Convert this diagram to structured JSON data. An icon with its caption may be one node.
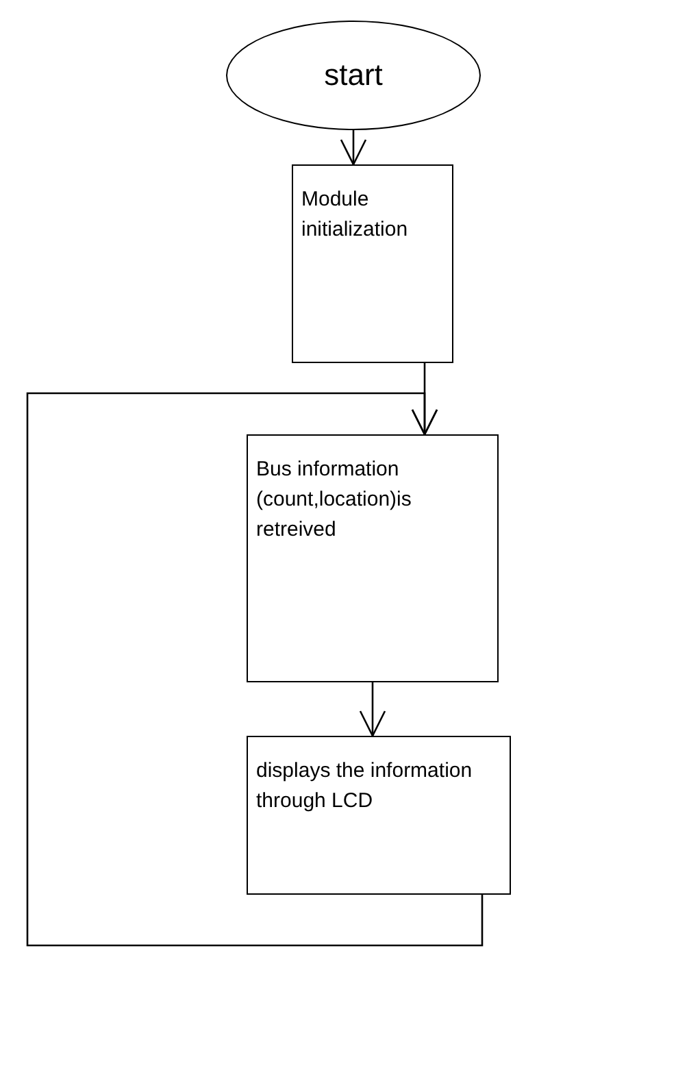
{
  "diagram": {
    "nodes": [
      {
        "text": [
          "start"
        ]
      },
      {
        "text": [
          "Module initialization"
        ]
      },
      {
        "text": [
          "Bus information (count,location)is retreived"
        ]
      },
      {
        "text": [
          "displays the information through LCD"
        ]
      }
    ],
    "edges": [
      {
        "from": 0,
        "to": 1,
        "arrow": "to"
      },
      {
        "from": 1,
        "to": 2,
        "arrow": "to"
      },
      {
        "from": 2,
        "to": 3,
        "arrow": "to"
      },
      {
        "from": 3,
        "to": 2,
        "arrow": "to"
      }
    ]
  }
}
